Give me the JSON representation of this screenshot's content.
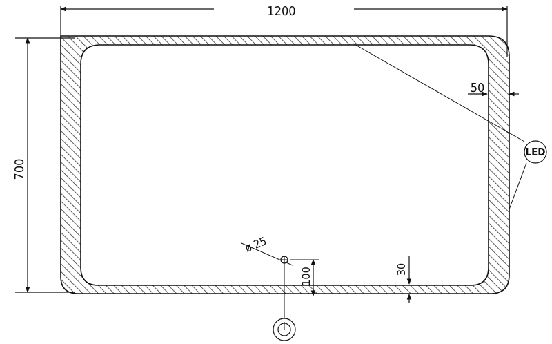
{
  "drawing": {
    "dimensions": {
      "width": "1200",
      "height": "700",
      "frame_width": "50",
      "bottom_gap": "30",
      "switch_offset": "100",
      "switch_diameter": "ø 25"
    },
    "callouts": {
      "led": "LED"
    },
    "colors": {
      "line": "#111111",
      "hatch": "#333333",
      "background": "#ffffff"
    }
  }
}
